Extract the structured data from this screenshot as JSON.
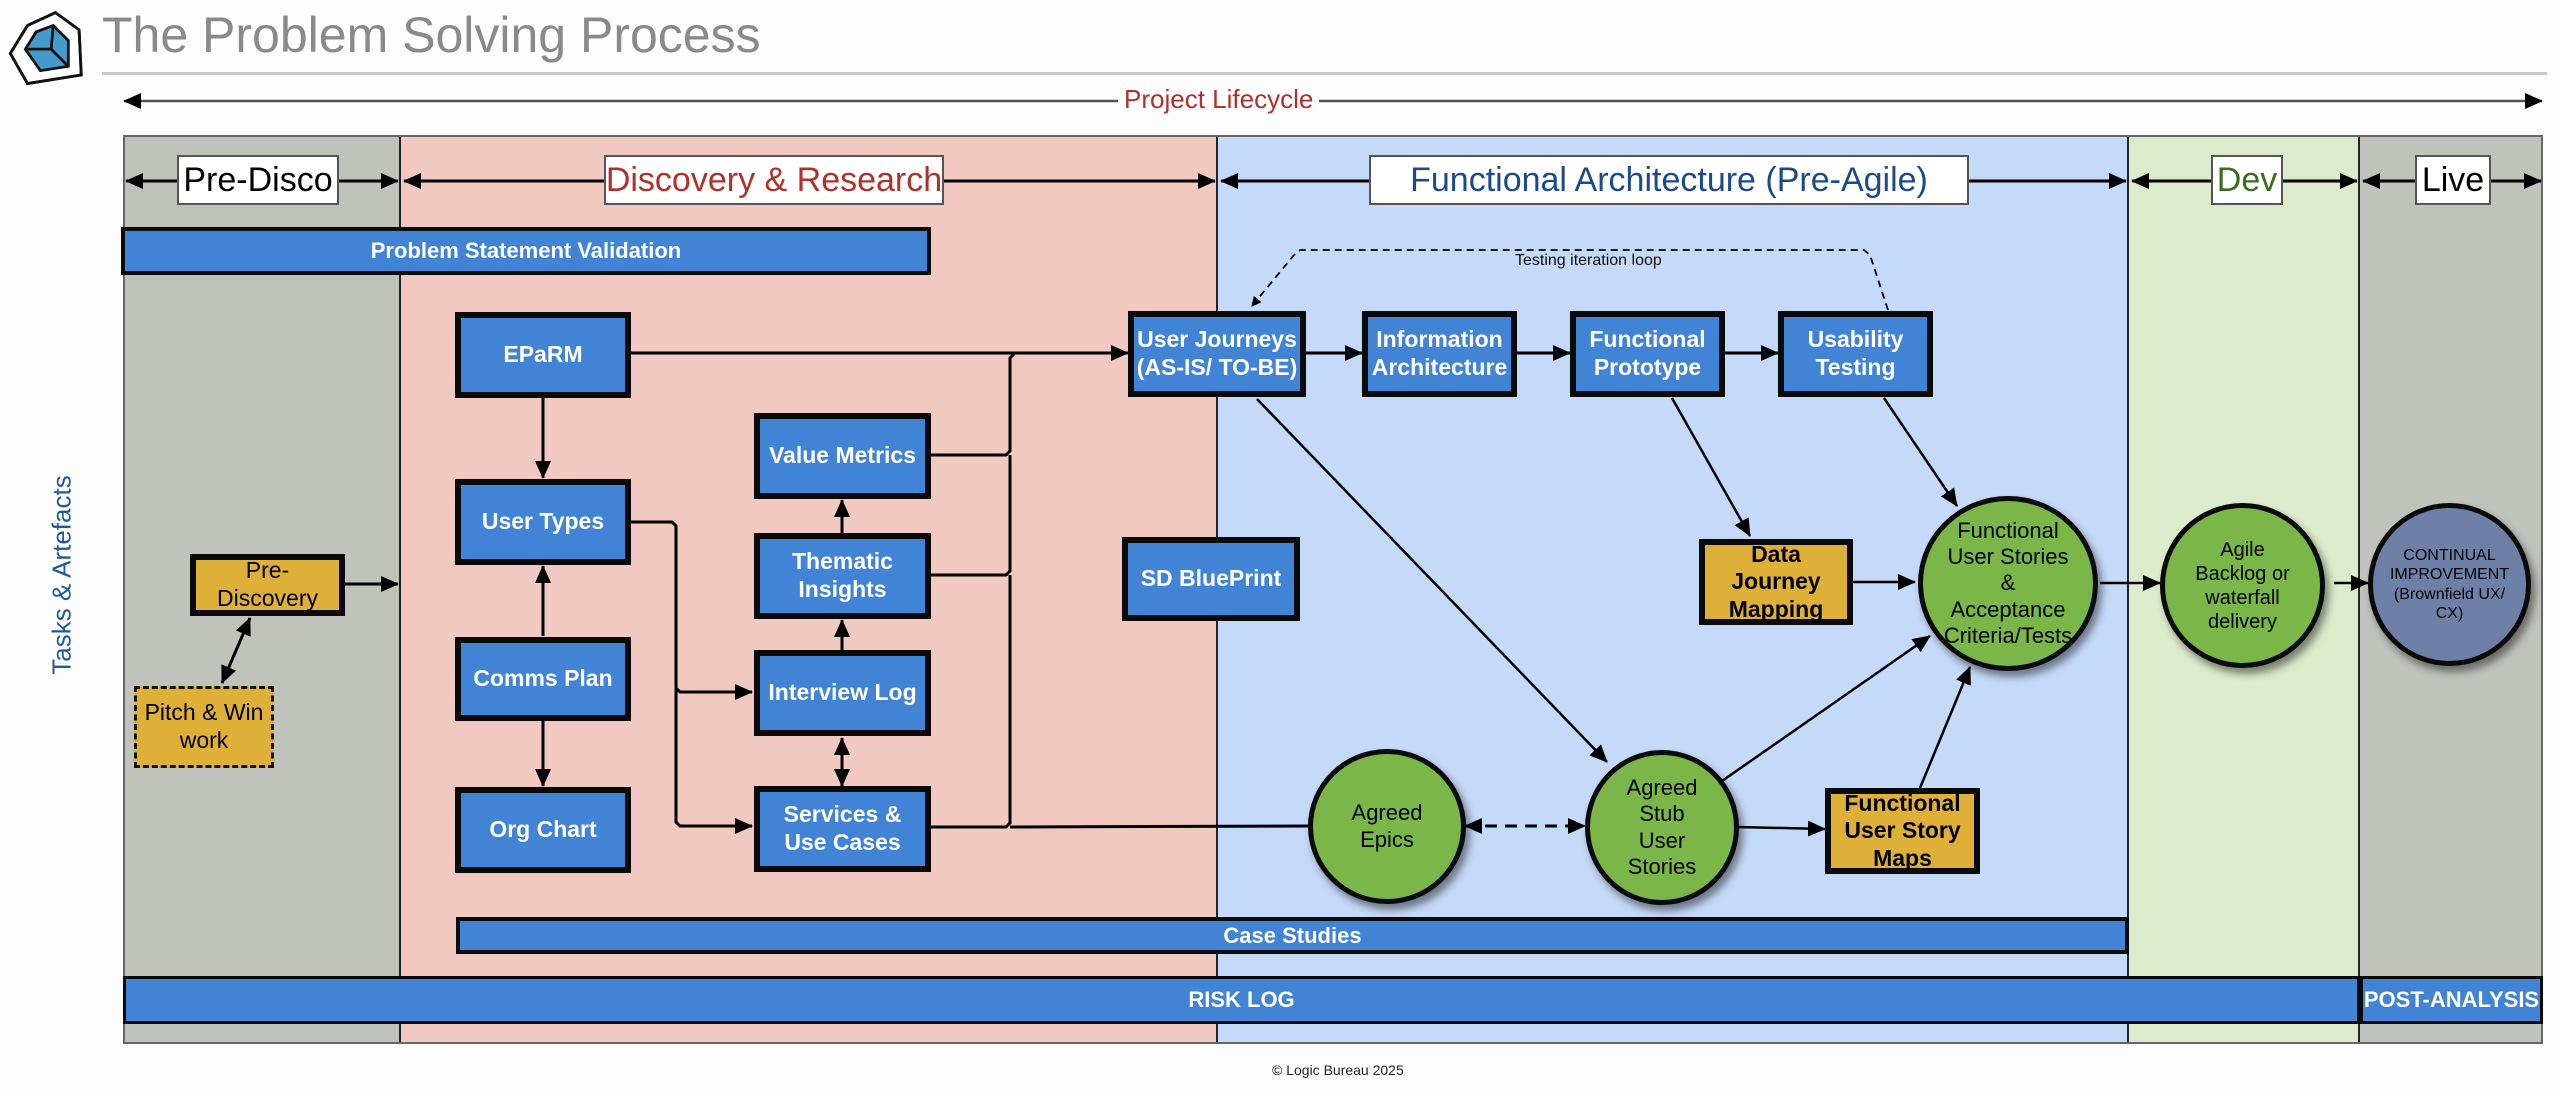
{
  "header": {
    "title": "The Problem Solving Process",
    "logo_icon": "cube-logo-icon"
  },
  "lifecycle": {
    "label": "Project Lifecycle",
    "side_label": "Tasks & Artefacts"
  },
  "phases": [
    {
      "label": "Pre-Disco",
      "color": "#c0c2bc",
      "text_color": "#000000"
    },
    {
      "label": "Discovery & Research",
      "color": "#f2c9c1",
      "text_color": "#b0302a"
    },
    {
      "label": "Functional Architecture (Pre-Agile)",
      "color": "#c5d9f8",
      "text_color": "#1a4a8a"
    },
    {
      "label": "Dev",
      "color": "#dbebcc",
      "text_color": "#3a6e1e"
    },
    {
      "label": "Live",
      "color": "#c0c2bc",
      "text_color": "#000000"
    }
  ],
  "bars": {
    "problem_statement": "Problem Statement Validation",
    "case_studies": "Case Studies",
    "risk_log": "RISK LOG",
    "post_analysis": "POST-ANALYSIS"
  },
  "nodes": {
    "pre_discovery": "Pre-\nDiscovery",
    "pitch_win": "Pitch & Win\nwork",
    "eparm": "EPaRM",
    "user_types": "User Types",
    "comms_plan": "Comms Plan",
    "org_chart": "Org Chart",
    "value_metrics": "Value Metrics",
    "thematic_insights": "Thematic\nInsights",
    "interview_log": "Interview Log",
    "services_use_cases": "Services &\nUse Cases",
    "sd_blueprint": "SD BluePrint",
    "user_journeys": "User Journeys\n(AS-IS/ TO-BE)",
    "information_architecture": "Information\nArchitecture",
    "functional_prototype": "Functional\nPrototype",
    "usability_testing": "Usability\nTesting",
    "data_journey_mapping": "Data Journey\nMapping",
    "functional_user_stories": "Functional\nUser Stories\n&\nAcceptance\nCriteria/Tests",
    "agreed_epics": "Agreed\nEpics",
    "agreed_stub_user_stories": "Agreed\nStub\nUser\nStories",
    "functional_user_story_maps": "Functional\nUser Story\nMaps",
    "agile_backlog": "Agile\nBacklog or\nwaterfall\ndelivery",
    "continual_improvement": "CONTINUAL\nIMPROVEMENT\n(Brownfield UX/\nCX)"
  },
  "annotations": {
    "testing_loop": "Testing iteration loop"
  },
  "footer": {
    "copyright": "© Logic Bureau 2025"
  }
}
